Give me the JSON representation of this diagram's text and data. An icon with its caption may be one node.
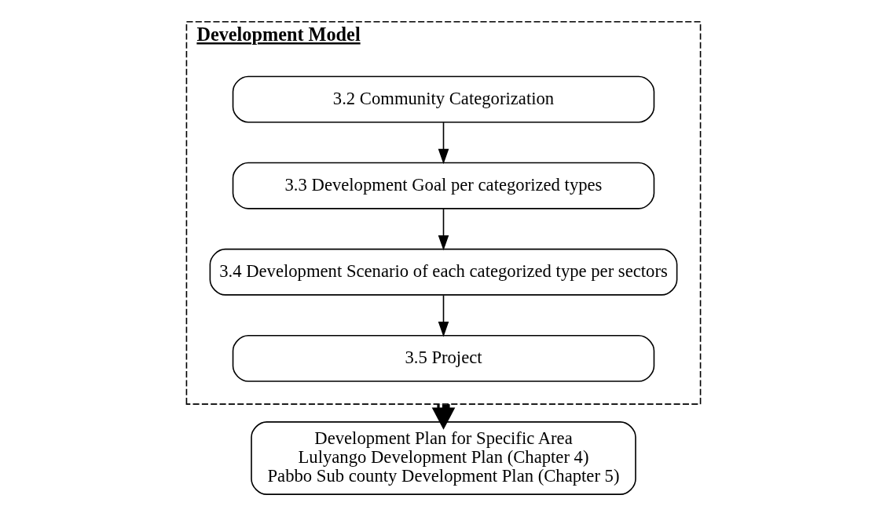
{
  "diagram": {
    "nodes": [
      {
        "text": [
          "Development Model"
        ]
      },
      {
        "text": [
          "3.2 Community Categorization"
        ],
        "in": 0
      },
      {
        "text": [
          "3.3 Development Goal per categorized types"
        ],
        "in": 0
      },
      {
        "text": [
          "3.4 Development Scenario of each categorized type per sectors"
        ],
        "in": 0
      },
      {
        "text": [
          "3.5 Project"
        ],
        "in": 0
      },
      {
        "text": [
          "Development Plan for Specific Area",
          "Lulyango Development Plan (Chapter 4)",
          "Pabbo Sub county Development Plan (Chapter 5)"
        ]
      }
    ],
    "edges": [
      {
        "from": 1,
        "to": 2,
        "arrow": "to"
      },
      {
        "from": 2,
        "to": 3,
        "arrow": "to"
      },
      {
        "from": 3,
        "to": 4,
        "arrow": "to"
      },
      {
        "from": 0,
        "to": 5,
        "arrow": "to",
        "style": "thick"
      }
    ]
  }
}
